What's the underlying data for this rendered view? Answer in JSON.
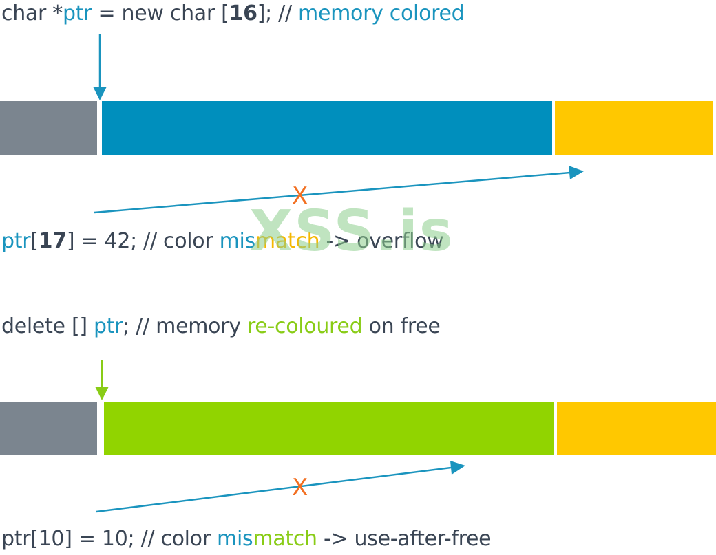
{
  "colors": {
    "text": "#3a4554",
    "pointer_blue": "#1a94be",
    "free_green": "#89cc16",
    "guard_gray": "#7b858f",
    "alloc_blue": "#008fbd",
    "freed_green": "#91d400",
    "redzone_yellow": "#ffc800",
    "x_orange": "#f26f21",
    "watermark": "#8cce8c"
  },
  "line1": {
    "p1": "char *",
    "p2": "ptr",
    "p3": " = new char [",
    "p4": "16",
    "p5": "];  // ",
    "p6": "memory colored"
  },
  "line2": {
    "p1": "ptr",
    "p2": "[",
    "p3": "17",
    "p4": "] = 42; // color ",
    "p5": "mis",
    "p6": "match",
    "p7": " -> overflow"
  },
  "line3": {
    "p1": "delete [] ",
    "p2": "ptr",
    "p3": "; // memory ",
    "p4": "re-coloured",
    "p5": " on free"
  },
  "line4": {
    "p1": "ptr[10] = 10; // color ",
    "p2": "mis",
    "p3": "match",
    "p4": " -> use-after-free"
  },
  "x_mark": "X",
  "watermark": "XSS.is",
  "icons": [
    "down-arrow-icon",
    "cross-icon"
  ]
}
